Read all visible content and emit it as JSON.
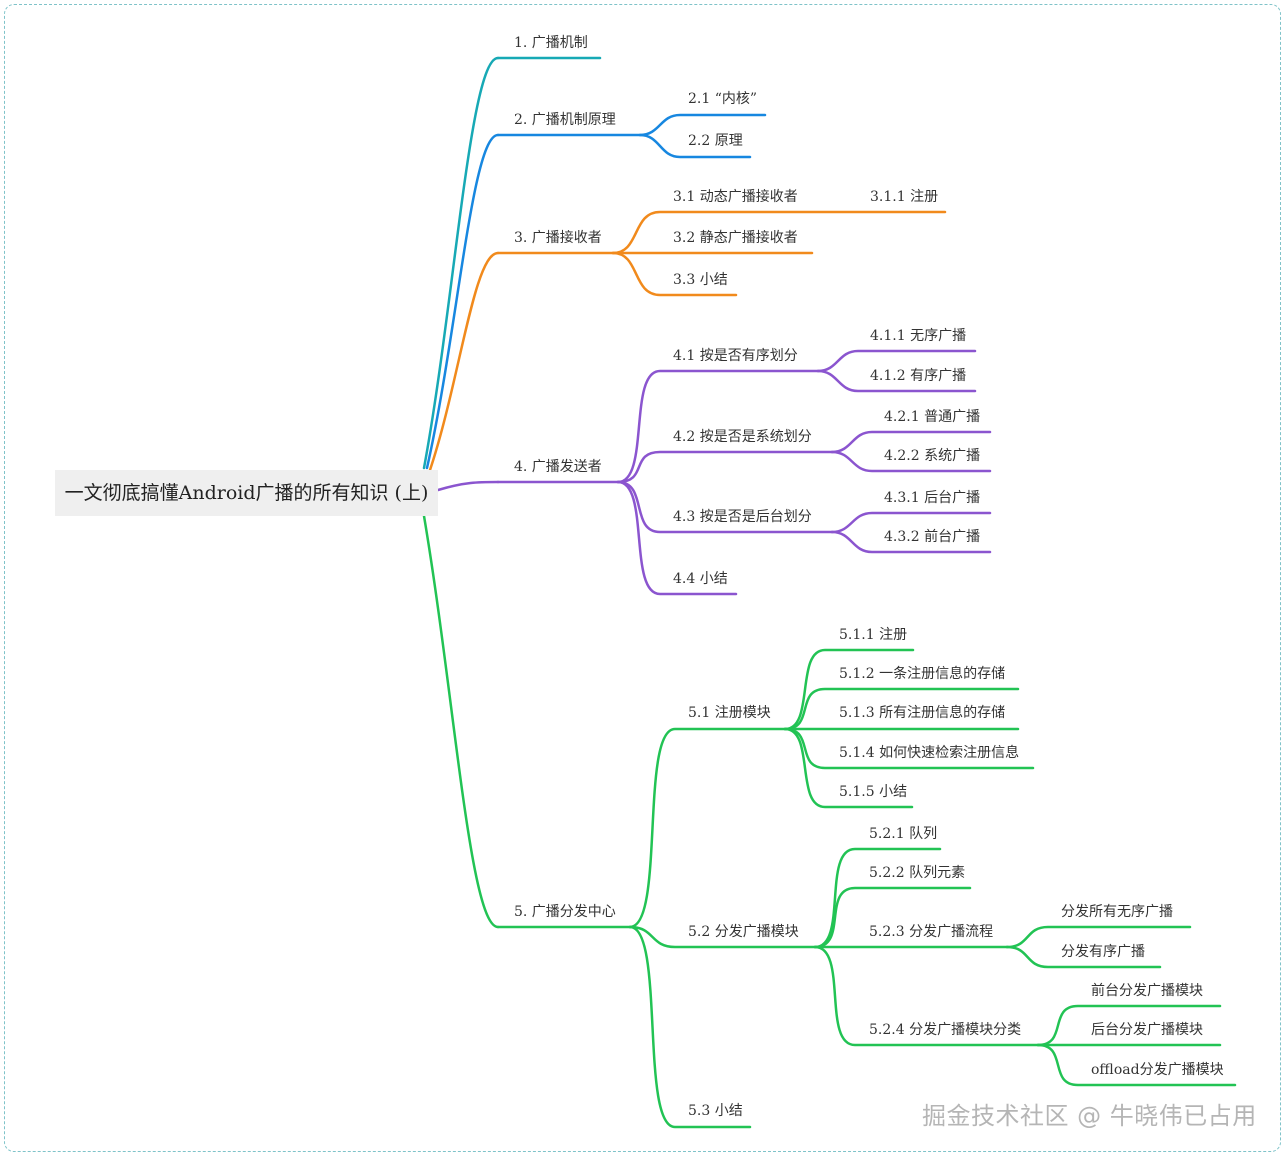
{
  "title": "一文彻底搞懂Android广播的所有知识 (上)",
  "watermark": "掘金技术社区 @ 牛晓伟已占用",
  "colors": {
    "b1": "#17a9b5",
    "b2": "#1787e0",
    "b3": "#f18a1c",
    "b4": "#8b55cf",
    "b5": "#22c354",
    "root_bg": "#efefef",
    "frame": "#7fc3c9"
  },
  "nodes": {
    "n1": "1. 广播机制",
    "n2": "2. 广播机制原理",
    "n2_1": "2.1 “内核”",
    "n2_2": "2.2 原理",
    "n3": "3. 广播接收者",
    "n3_1": "3.1 动态广播接收者",
    "n3_1_1": "3.1.1 注册",
    "n3_2": "3.2 静态广播接收者",
    "n3_3": "3.3 小结",
    "n4": "4. 广播发送者",
    "n4_1": "4.1 按是否有序划分",
    "n4_1_1": "4.1.1 无序广播",
    "n4_1_2": "4.1.2 有序广播",
    "n4_2": "4.2 按是否是系统划分",
    "n4_2_1": "4.2.1 普通广播",
    "n4_2_2": "4.2.2 系统广播",
    "n4_3": "4.3 按是否是后台划分",
    "n4_3_1": "4.3.1 后台广播",
    "n4_3_2": "4.3.2 前台广播",
    "n4_4": "4.4 小结",
    "n5": "5. 广播分发中心",
    "n5_1": "5.1 注册模块",
    "n5_1_1": "5.1.1 注册",
    "n5_1_2": "5.1.2 一条注册信息的存储",
    "n5_1_3": "5.1.3 所有注册信息的存储",
    "n5_1_4": "5.1.4 如何快速检索注册信息",
    "n5_1_5": "5.1.5 小结",
    "n5_2": "5.2 分发广播模块",
    "n5_2_1": "5.2.1 队列",
    "n5_2_2": "5.2.2 队列元素",
    "n5_2_3": "5.2.3 分发广播流程",
    "n5_2_3_a": "分发所有无序广播",
    "n5_2_3_b": "分发有序广播",
    "n5_2_4": "5.2.4 分发广播模块分类",
    "n5_2_4_a": "前台分发广播模块",
    "n5_2_4_b": "后台分发广播模块",
    "n5_2_4_c": "offload分发广播模块",
    "n5_3": "5.3 小结"
  }
}
